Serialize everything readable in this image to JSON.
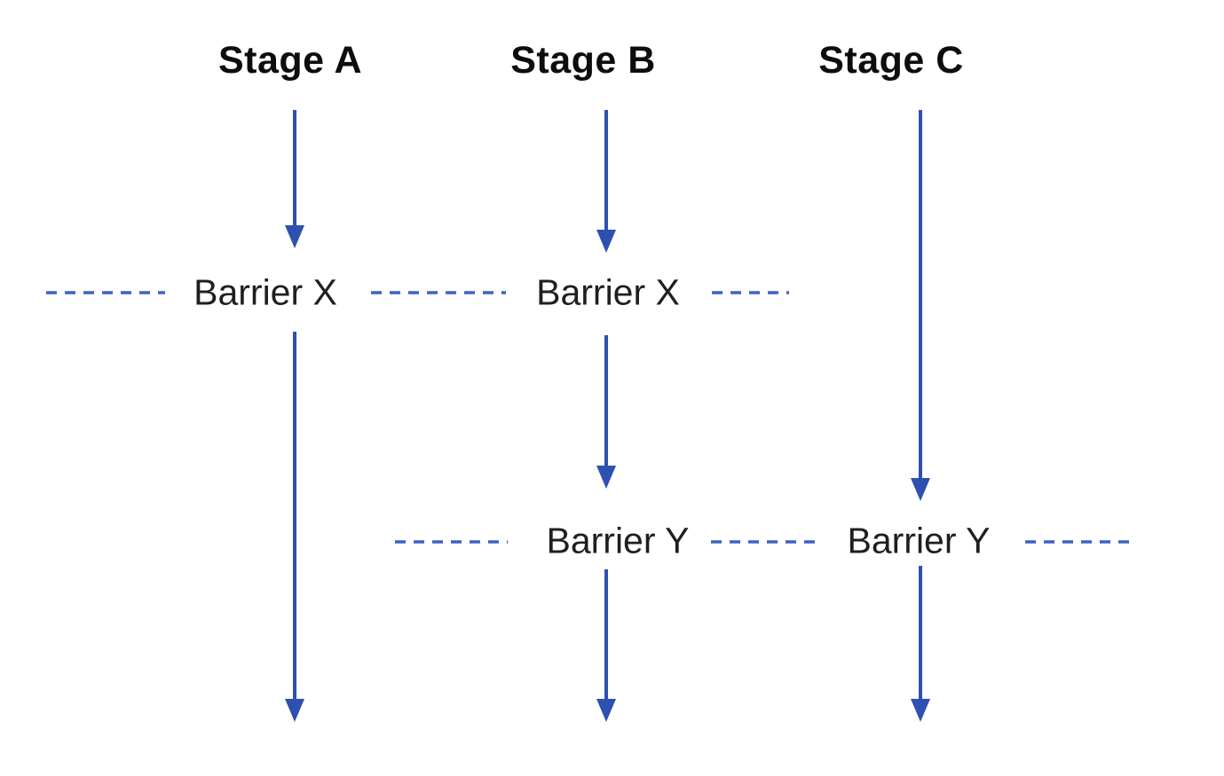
{
  "diagram": {
    "type": "pipeline-with-barriers",
    "stages": [
      {
        "label": "Stage A"
      },
      {
        "label": "Stage B"
      },
      {
        "label": "Stage C"
      }
    ],
    "barrier_rows": [
      {
        "name": "barrier-x-row",
        "labels": [
          "Barrier X",
          "Barrier X"
        ]
      },
      {
        "name": "barrier-y-row",
        "labels": [
          "Barrier Y",
          "Barrier Y"
        ]
      }
    ]
  },
  "colors": {
    "arrow": "#2e50b0",
    "dash": "#3d62c4",
    "heading": "#0d0d0d",
    "barrier_text": "#1f1f1f",
    "background": "#ffffff"
  }
}
